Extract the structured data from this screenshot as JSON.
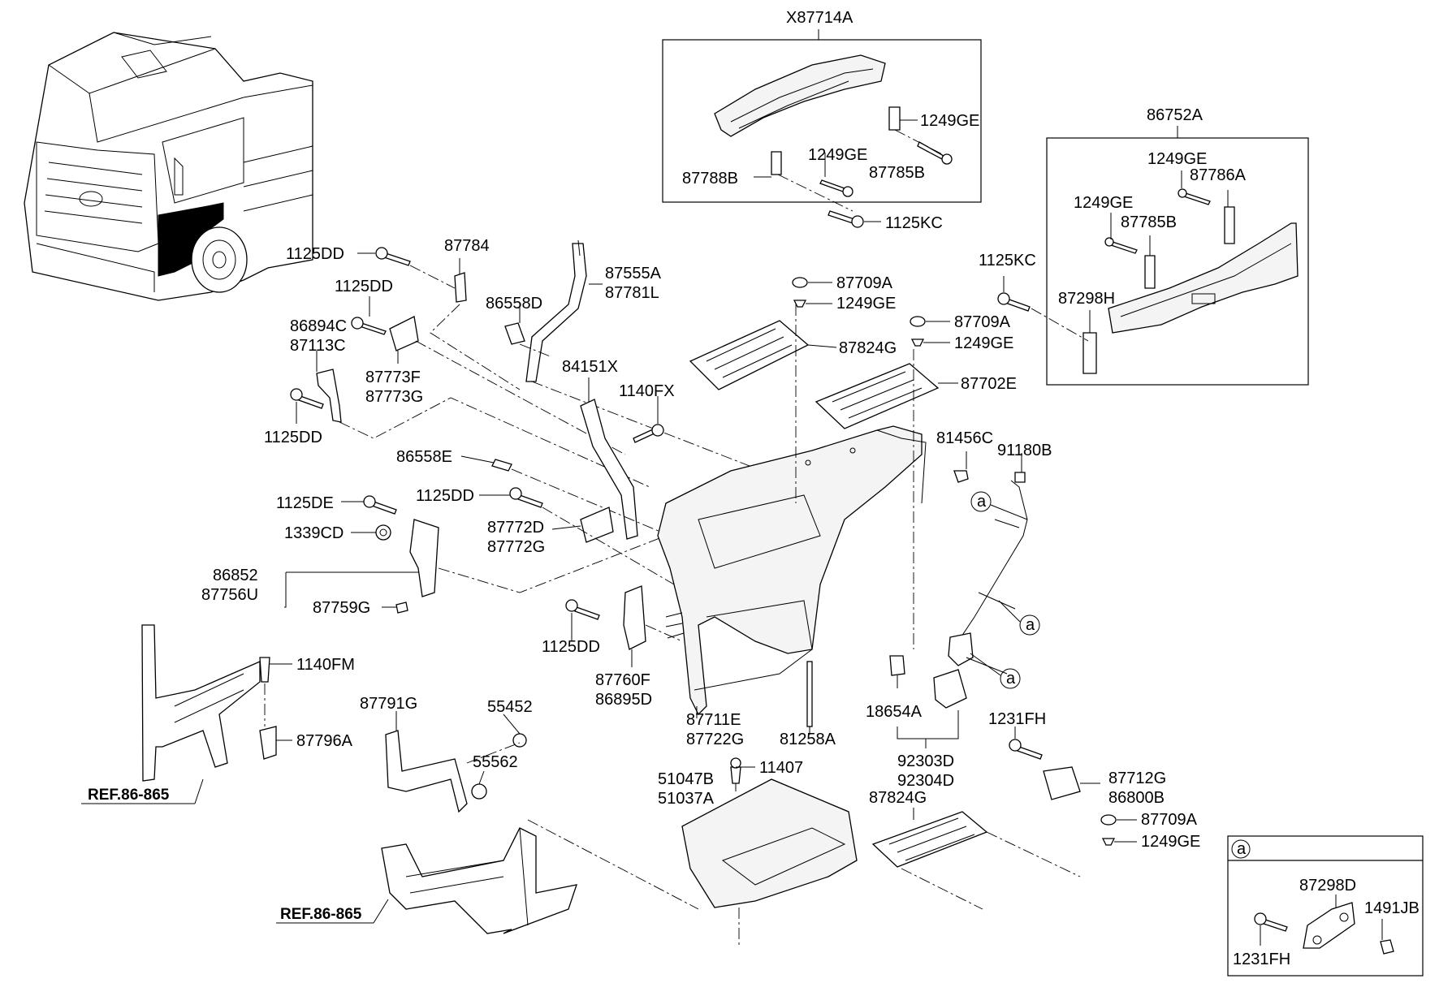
{
  "labels": {
    "x87714a": "X87714A",
    "l1249ge_a": "1249GE",
    "l1249ge_b": "1249GE",
    "l87788b": "87788B",
    "l87785b_a": "87785B",
    "l1125kc_a": "1125KC",
    "l86752a": "86752A",
    "l1249ge_c": "1249GE",
    "l87786a": "87786A",
    "l1249ge_d": "1249GE",
    "l87785b_b": "87785B",
    "l1125kc_b": "1125KC",
    "l87298h": "87298H",
    "l1125dd_a": "1125DD",
    "l87784": "87784",
    "l87555a": "87555A",
    "l87781l": "87781L",
    "l1125dd_b": "1125DD",
    "l86558d": "86558D",
    "l86894c": "86894C",
    "l87113c": "87113C",
    "l87773f": "87773F",
    "l87773g": "87773G",
    "l84151x": "84151X",
    "l1140fx": "1140FX",
    "l1125dd_c": "1125DD",
    "l87709a_a": "87709A",
    "l1249ge_e": "1249GE",
    "l87824g_a": "87824G",
    "l87709a_b": "87709A",
    "l1249ge_f": "1249GE",
    "l87702e": "87702E",
    "l81456c": "81456C",
    "l91180b": "91180B",
    "l86558e": "86558E",
    "l1125de": "1125DE",
    "l1125dd_d": "1125DD",
    "l1339cd": "1339CD",
    "l87772d": "87772D",
    "l87772g": "87772G",
    "l86852": "86852",
    "l87756u": "87756U",
    "l87759g": "87759G",
    "l1125dd_e": "1125DD",
    "l87760f": "87760F",
    "l86895d": "86895D",
    "l1140fm": "1140FM",
    "l87796a": "87796A",
    "l87791g": "87791G",
    "l55452": "55452",
    "l55562": "55562",
    "l87711e": "87711E",
    "l87722g": "87722G",
    "l81258a": "81258A",
    "l18654a": "18654A",
    "l92303d": "92303D",
    "l92304d": "92304D",
    "l1231fh_a": "1231FH",
    "l87712g": "87712G",
    "l86800b": "86800B",
    "l51047b": "51047B",
    "l51037a": "51037A",
    "l11407": "11407",
    "l87824g_b": "87824G",
    "l87709a_c": "87709A",
    "l1249ge_g": "1249GE",
    "l87298d": "87298D",
    "l1491jb": "1491JB",
    "l1231fh_b": "1231FH",
    "ref1": "REF.86-865",
    "ref2": "REF.86-865",
    "circ_a1": "a",
    "circ_a2": "a",
    "circ_a3": "a",
    "circ_a4": "a"
  }
}
